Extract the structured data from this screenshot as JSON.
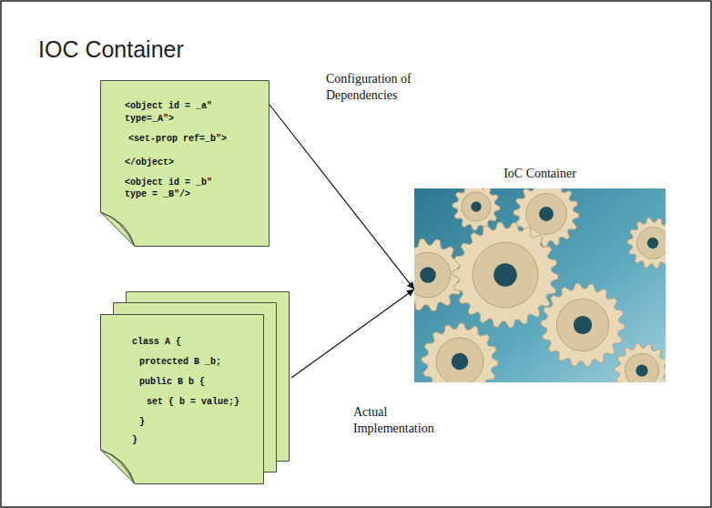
{
  "diagram": {
    "title": "IOC Container",
    "nodes": [
      {
        "text": [
          "<object id = _a\"",
          "type=_A\">",
          "<set-prop ref=_b\">",
          "</object>",
          "<object id = _b\"",
          "type = _B\"/>"
        ]
      },
      {
        "text": [
          "class A {",
          "protected B _b;",
          "public B b {",
          "set { b = value;}",
          "}",
          "}"
        ]
      },
      {
        "text": [
          "IoC Container"
        ]
      }
    ],
    "edges": [
      {
        "from": 0,
        "to": 2,
        "arrow": "to",
        "label": "Configuration of Dependencies"
      },
      {
        "from": 1,
        "to": 2,
        "arrow": "to",
        "label": "Actual Implementation"
      }
    ]
  }
}
